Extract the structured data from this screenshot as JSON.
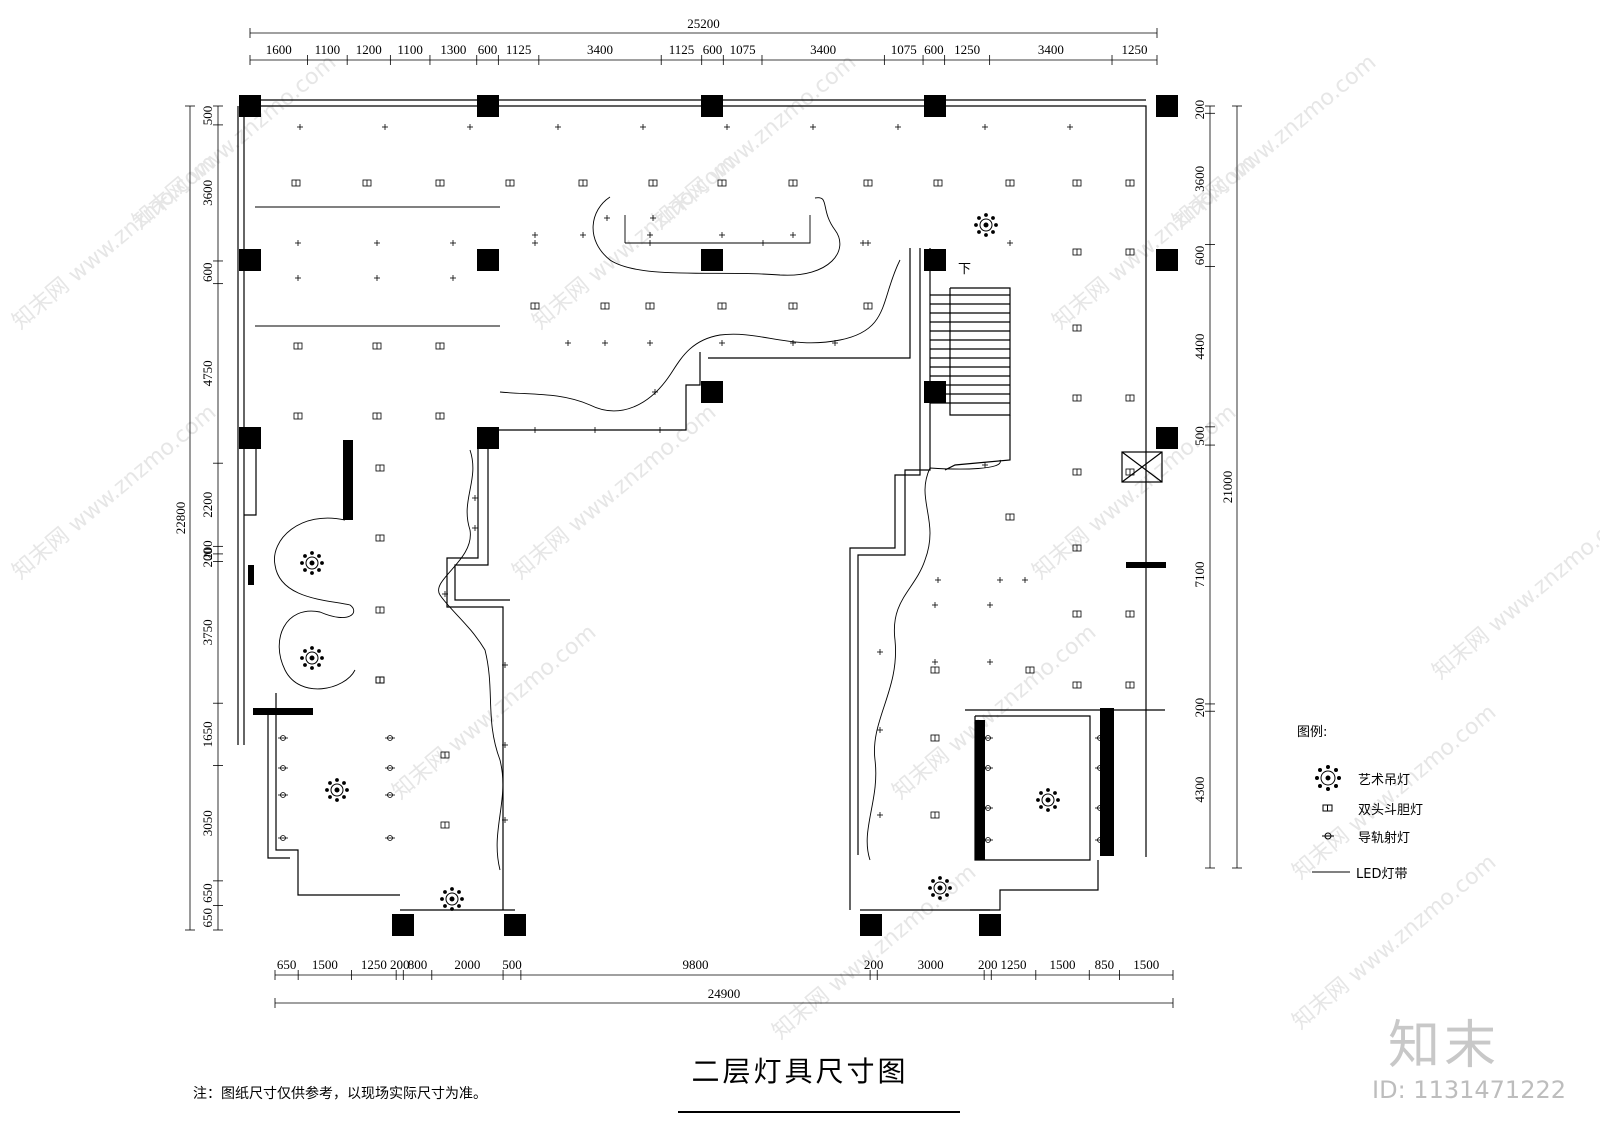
{
  "drawing": {
    "title": "二层灯具尺寸图",
    "note": "注：图纸尺寸仅供参考，以现场实际尺寸为准。",
    "top_total": "25200",
    "top_dims": [
      "1600",
      "1100",
      "1200",
      "1100",
      "1300",
      "600",
      "1125",
      "3400",
      "1125",
      "600",
      "1075",
      "3400",
      "1075",
      "600",
      "1250",
      "3400",
      "1250"
    ],
    "bottom_total": "24900",
    "bottom_dims": [
      "650",
      "1500",
      "1250",
      "200",
      "800",
      "2000",
      "500",
      "9800",
      "200",
      "3000",
      "200",
      "1250",
      "1500",
      "850",
      "1500"
    ],
    "left_total": "22800",
    "left_dims": [
      "500",
      "3600",
      "600",
      "4750",
      "2200",
      "200",
      "200",
      "3750",
      "1650",
      "3050",
      "650",
      "650"
    ],
    "right_total": "21000",
    "right_dims": [
      "200",
      "3600",
      "600",
      "4400",
      "500",
      "7100",
      "200",
      "4300"
    ],
    "stair_label": "下"
  },
  "legend": {
    "title": "图例:",
    "items": [
      {
        "icon": "art-chandelier-icon",
        "label": "艺术吊灯"
      },
      {
        "icon": "double-head-grille-light-icon",
        "label": "双头斗胆灯"
      },
      {
        "icon": "track-spotlight-icon",
        "label": "导轨射灯"
      },
      {
        "icon": "led-strip-line-icon",
        "label": "LED灯带"
      }
    ]
  },
  "watermark": {
    "brand": "知末",
    "id": "ID: 1131471222",
    "text": "知末网 www.znzmo.com"
  }
}
